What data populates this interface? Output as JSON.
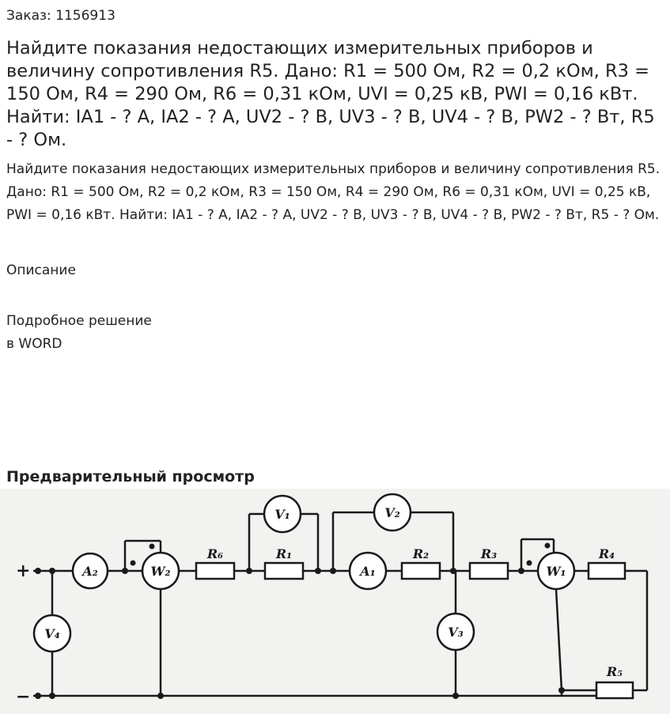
{
  "order": "Заказ: 1156913",
  "title": "Найдите показания недостающих измерительных приборов и величину сопротивления R5. Дано: R1 = 500 Ом, R2 = 0,2 кОм, R3 = 150 Ом, R4 = 290 Ом, R6 = 0,31 кОм, UVI = 0,25 кВ, PWI = 0,16 кВт. Найти: IA1 - ? А, IA2 - ? А, UV2 - ? В, UV3 - ? В, UV4 - ? В, PW2 - ? Вт, R5 - ? Ом.",
  "description": "Найдите показания недостающих измерительных приборов и величину сопротивления R5. Дано: R1 = 500 Ом, R2 = 0,2 кОм, R3 = 150 Ом, R4 = 290 Ом, R6 = 0,31 кОм, UVI = 0,25 кВ, PWI = 0,16 кВт. Найти: IA1 - ? А, IA2 - ? А, UV2 - ? В, UV3 - ? В, UV4 - ? В, PW2 - ? Вт, R5 - ? Ом.",
  "description_label": "Описание",
  "solution": {
    "line1": "Подробное решение",
    "line2": "в WORD"
  },
  "preview_title": "Предварительный просмотр",
  "circuit": {
    "plus": "+",
    "minus": "−",
    "labels": {
      "A2": "A₂",
      "W2": "W₂",
      "R6": "R₆",
      "V1": "V₁",
      "R1": "R₁",
      "A1": "A₁",
      "V2": "V₂",
      "R2": "R₂",
      "R3": "R₃",
      "W1": "W₁",
      "R4": "R₄",
      "V4": "V₄",
      "V3": "V₃",
      "R5": "R₅"
    }
  }
}
